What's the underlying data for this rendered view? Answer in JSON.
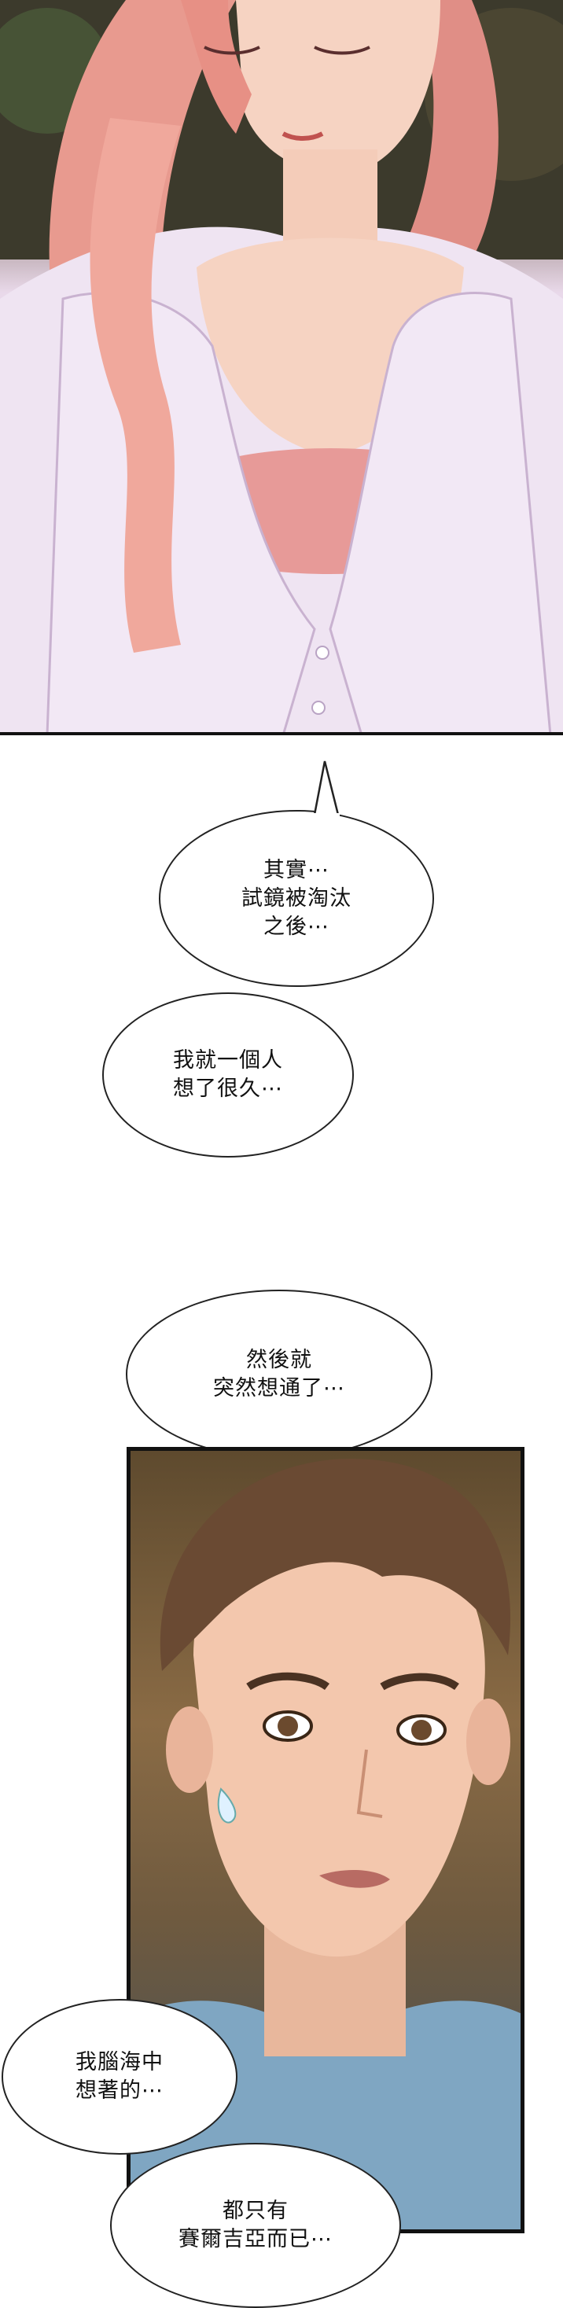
{
  "bubbles": {
    "b1": "其實⋯\n試鏡被淘汰\n之後⋯",
    "b2": "我就一個人\n想了很久⋯",
    "b3": "然後就\n突然想通了⋯",
    "b4": "我腦海中\n想著的⋯",
    "b5": "都只有\n賽爾吉亞而已⋯"
  },
  "colors": {
    "hair_woman": "#e89a8f",
    "skin": "#f6d3c2",
    "shirt": "#efe4f2",
    "top_inner": "#e79a98",
    "hair_man": "#6a4a33",
    "tshirt": "#7fa6c2"
  }
}
